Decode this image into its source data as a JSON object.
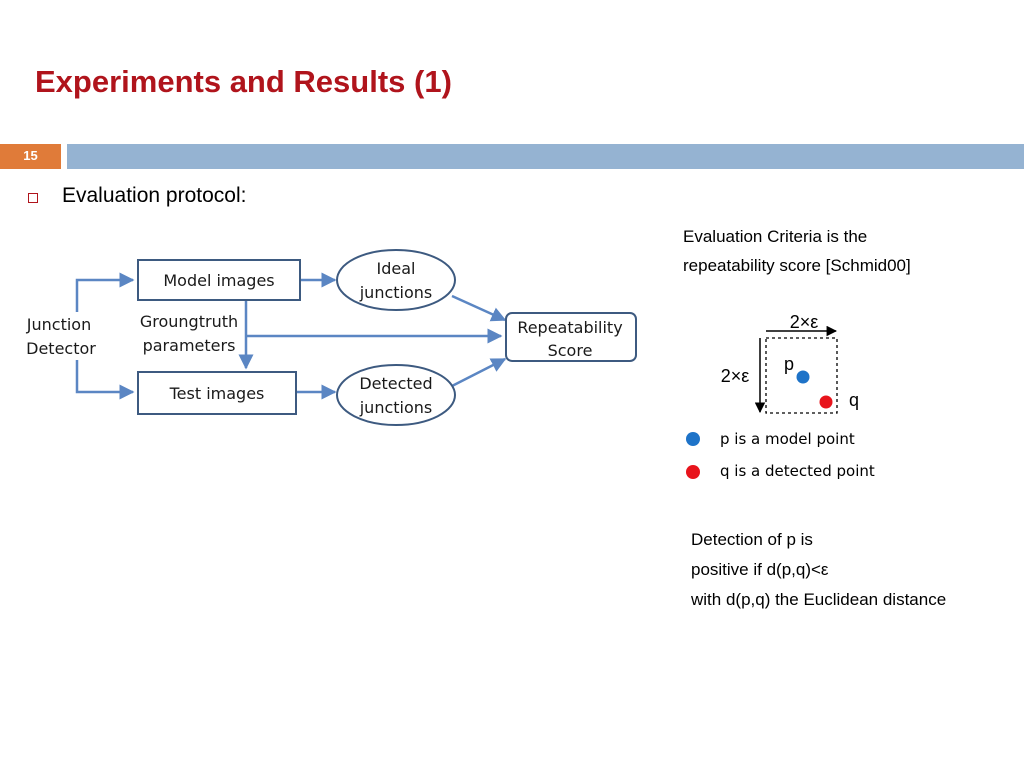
{
  "slide": {
    "title": "Experiments and Results (1)",
    "page_number": "15",
    "bullet": "Evaluation protocol:"
  },
  "diagram": {
    "nodes": {
      "junction_detector": [
        "Junction",
        "Detector"
      ],
      "model_images": "Model images",
      "test_images": "Test images",
      "groundtruth": [
        "Groungtruth",
        "parameters"
      ],
      "ideal_junctions": [
        "Ideal",
        "junctions"
      ],
      "detected_junctions": [
        "Detected",
        "junctions"
      ],
      "repeatability": [
        "Repeatability",
        "Score"
      ]
    },
    "colors": {
      "arrow": "#5b86c3",
      "box_border": "#3d5a80"
    }
  },
  "criteria": {
    "lines": [
      "Evaluation Criteria is the",
      "repeatability score [Schmid00]"
    ]
  },
  "window": {
    "width_label": "2×ε",
    "height_label": "2×ε",
    "p_label": "p",
    "q_label": "q",
    "p_color": "#1e73c8",
    "q_color": "#e8141c"
  },
  "legend": [
    {
      "text": "p is a model point",
      "color": "#1e73c8"
    },
    {
      "text": "q is a detected point",
      "color": "#e8141c"
    }
  ],
  "detection": {
    "lines": [
      "Detection of p is",
      "positive if d(p,q)<ε",
      "with d(p,q) the Euclidean distance"
    ]
  }
}
